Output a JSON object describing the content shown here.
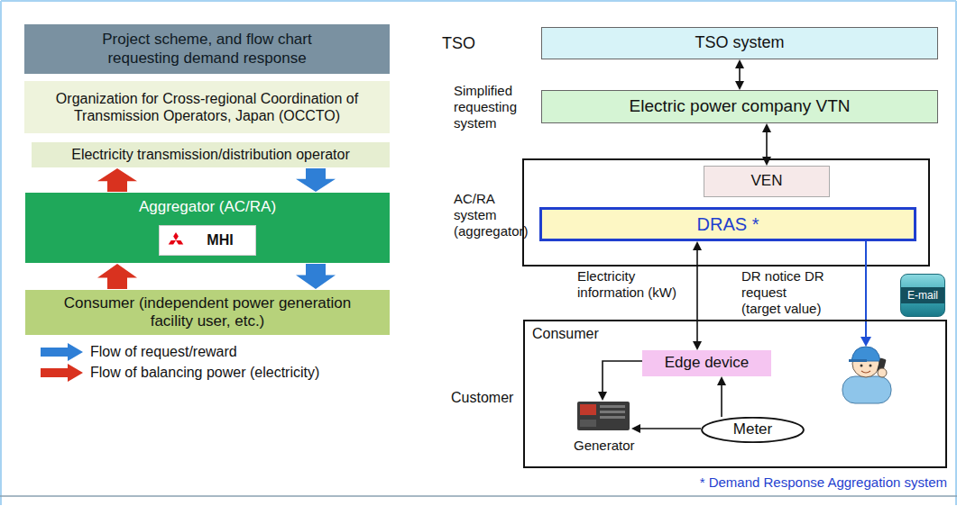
{
  "diagram": {
    "title": "Project scheme, and flow chart requesting demand response",
    "nodes": [
      {
        "text": [
          "Organization for Cross-regional Coordination of Transmission Operators, Japan (OCCTO)"
        ]
      },
      {
        "text": [
          "Electricity transmission/distribution operator"
        ]
      },
      {
        "text": [
          "Aggregator (AC/RA)"
        ]
      },
      {
        "text": [
          "MHI"
        ],
        "in": 2
      },
      {
        "text": [
          "Consumer (independent power generation facility user, etc.)"
        ]
      },
      {
        "text": [
          "TSO system"
        ]
      },
      {
        "text": [
          "Electric power company VTN"
        ]
      },
      {
        "text": [
          "VEN"
        ]
      },
      {
        "text": [
          "DRAS *"
        ]
      },
      {
        "text": [
          "E-mail"
        ]
      },
      {
        "text": [
          "Consumer"
        ]
      },
      {
        "text": [
          "Edge device"
        ],
        "in": 10
      },
      {
        "text": [
          "Meter"
        ],
        "in": 10
      }
    ],
    "edges": [
      {
        "from": 2,
        "to": 1,
        "arrow": "to"
      },
      {
        "from": 1,
        "to": 2,
        "arrow": "to"
      },
      {
        "from": 4,
        "to": 2,
        "arrow": "to"
      },
      {
        "from": 2,
        "to": 4,
        "arrow": "to"
      },
      {
        "from": 5,
        "to": 6,
        "arrow": "both"
      },
      {
        "from": 6,
        "to": 7,
        "arrow": "both"
      },
      {
        "from": 8,
        "to": 11,
        "arrow": "both"
      },
      {
        "from": 12,
        "to": 11,
        "arrow": "to"
      }
    ],
    "labels": [
      "TSO",
      "Simplified requesting system",
      "AC/RA system (aggregator)",
      "Electricity information (kW)",
      "DR notice DR request (target value)",
      "Customer",
      "Generator",
      "* Demand Response Aggregation system"
    ],
    "legend": [
      {
        "text": "Flow of request/reward"
      },
      {
        "text": "Flow of balancing power (electricity)"
      }
    ]
  }
}
